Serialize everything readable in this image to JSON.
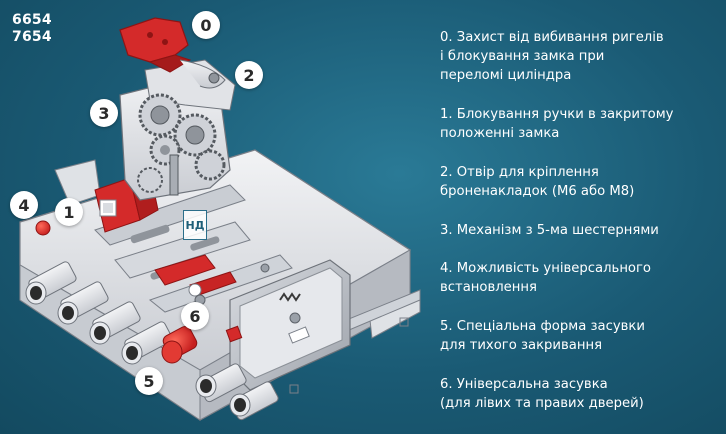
{
  "models": [
    "6654",
    "7654"
  ],
  "callouts": [
    "0",
    "1",
    "2",
    "3",
    "4",
    "5",
    "6"
  ],
  "logo": "НД",
  "features": [
    "0. Захист від вибивання ригелів\nі блокування замка при\nпереломі циліндра",
    "1. Блокування ручки в закритому\nположенні замка",
    "2. Отвір для кріплення\nброненакладок (М6 або М8)",
    "3. Механізм з 5-ма шестернями",
    "4. Можливість універсального\nвстановлення",
    "5. Спеціальна форма засувки\nдля тихого закривання",
    "6. Універсальна засувка\n(для лівих та правих дверей)"
  ],
  "colors": {
    "background": "#1d5f79",
    "accent_red": "#d42a2a",
    "metal": "#e4e6ea",
    "callout_bg": "#ffffff"
  }
}
